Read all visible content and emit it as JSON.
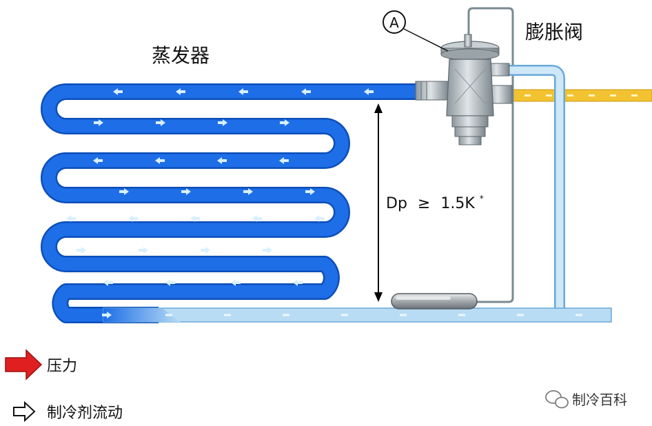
{
  "labels": {
    "evaporator": "蒸发器",
    "expansion_valve": "膨胀阀",
    "marker_a": "A",
    "dp_prefix": "Dp",
    "dp_relation": "≥",
    "dp_value": "1.5K",
    "dp_footnote": "*"
  },
  "legend": {
    "pressure_label": "压力",
    "flow_label": "制冷剂流动"
  },
  "watermark": {
    "text": "制冷百科"
  },
  "colors": {
    "tube_blue": "#1e6ee8",
    "tube_light": "#b8dcf4",
    "liquid_line": "#f2c230",
    "pressure_arrow": "#e02020",
    "capillary": "#7a8a92"
  }
}
